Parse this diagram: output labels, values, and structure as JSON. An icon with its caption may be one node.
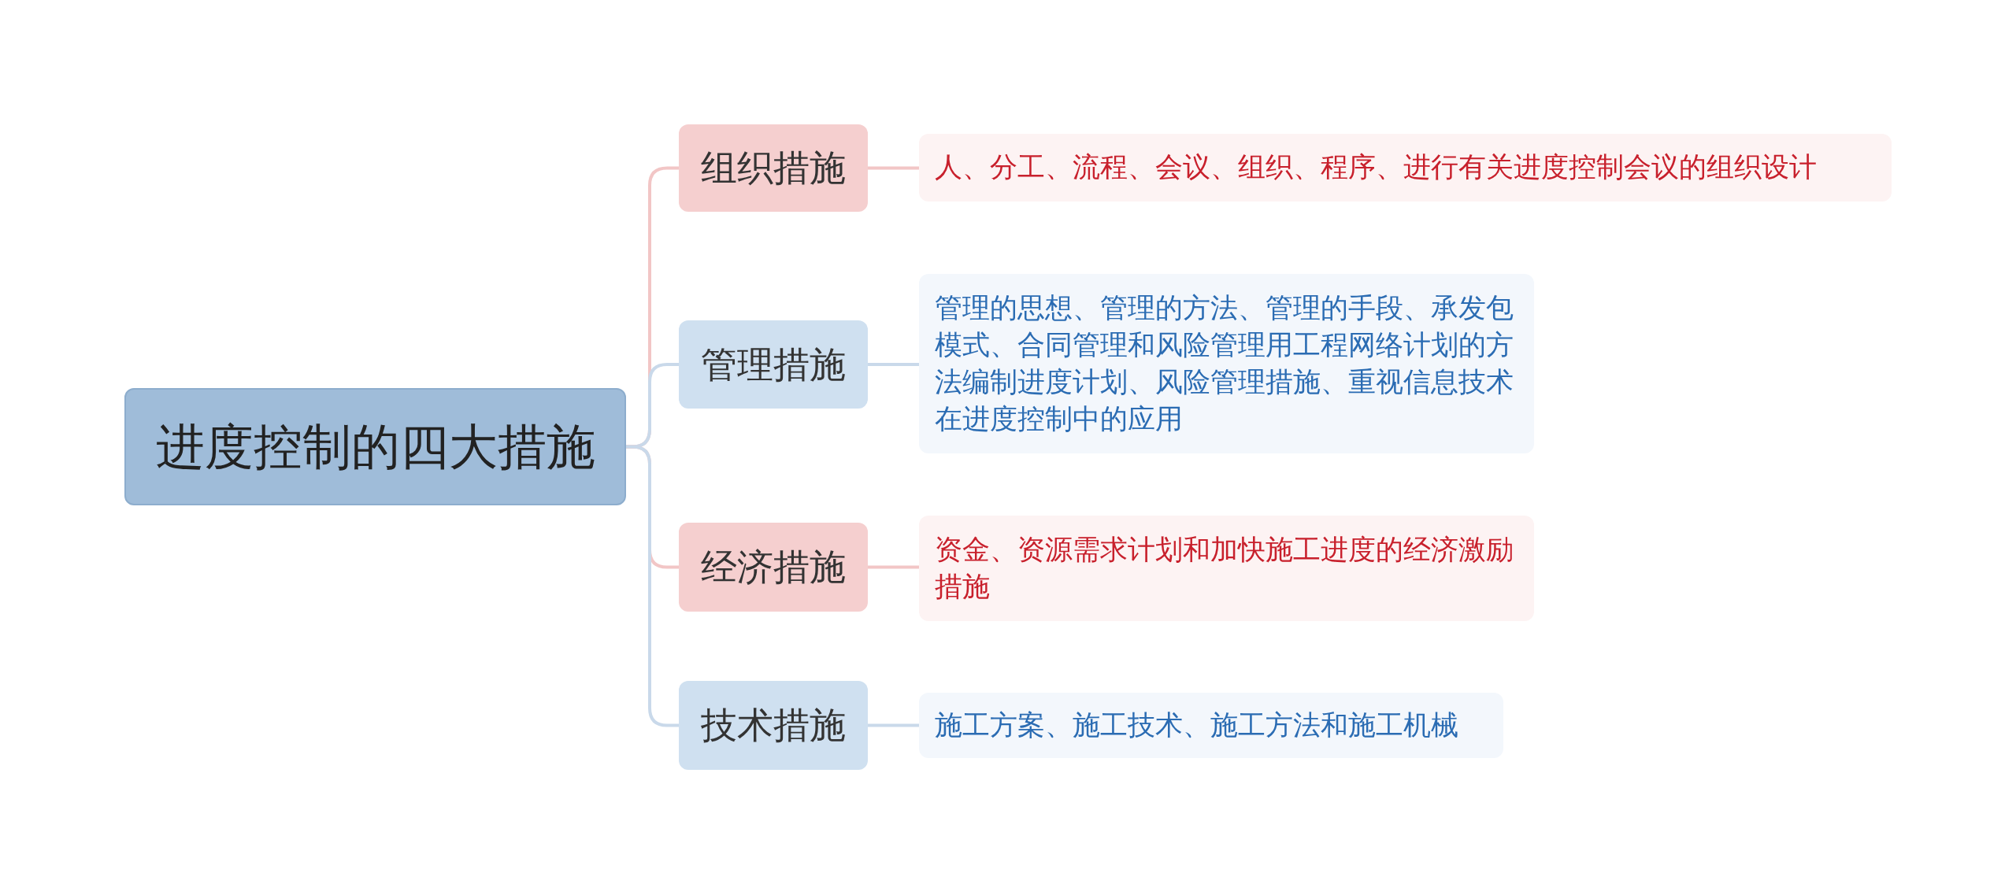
{
  "diagram": {
    "nodes": [
      {
        "text": [
          "进度控制的四大措施"
        ]
      },
      {
        "text": [
          "组织措施"
        ]
      },
      {
        "text": [
          "人、分工、流程、会议、组织、程序、进行有关进度控制会议的组织设计"
        ]
      },
      {
        "text": [
          "管理措施"
        ]
      },
      {
        "text": [
          "管理的思想、管理的方法、管理的手段、承发包模式、合同管理和风险管理用工程网络计划的方法编制进度计划、风险管理措施、重视信息技术在进度控制中的应用"
        ]
      },
      {
        "text": [
          "经济措施"
        ]
      },
      {
        "text": [
          "资金、资源需求计划和加快施工进度的经济激励措施"
        ]
      },
      {
        "text": [
          "技术措施"
        ]
      },
      {
        "text": [
          "施工方案、施工技术、施工方法和施工机械"
        ]
      }
    ],
    "edges": [
      {
        "from": 0,
        "to": 1,
        "arrow": "none",
        "color": "#f2c6c6"
      },
      {
        "from": 0,
        "to": 3,
        "arrow": "none",
        "color": "#c9d9ea"
      },
      {
        "from": 0,
        "to": 5,
        "arrow": "none",
        "color": "#f2c6c6"
      },
      {
        "from": 0,
        "to": 7,
        "arrow": "none",
        "color": "#c9d9ea"
      },
      {
        "from": 1,
        "to": 2,
        "arrow": "none",
        "color": "#f2c6c6"
      },
      {
        "from": 3,
        "to": 4,
        "arrow": "none",
        "color": "#c9d9ea"
      },
      {
        "from": 5,
        "to": 6,
        "arrow": "none",
        "color": "#f2c6c6"
      },
      {
        "from": 7,
        "to": 8,
        "arrow": "none",
        "color": "#c9d9ea"
      }
    ]
  }
}
